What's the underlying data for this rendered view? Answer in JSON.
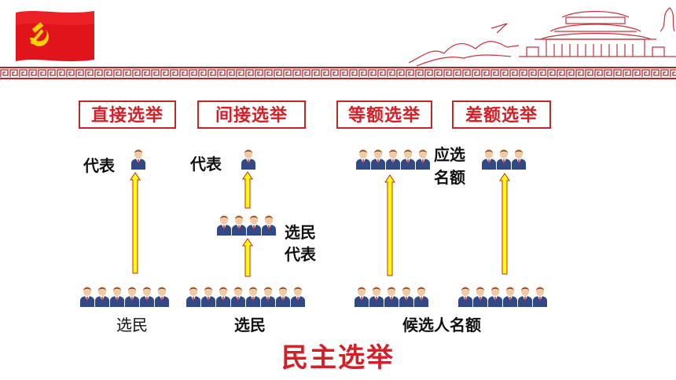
{
  "categories": [
    {
      "label": "直接选举"
    },
    {
      "label": "间接选举"
    },
    {
      "label": "等额选举"
    },
    {
      "label": "差额选举"
    }
  ],
  "labels": {
    "direct_top": "代表",
    "indirect_top": "代表",
    "indirect_mid_line1": "选民",
    "indirect_mid_line2": "代表",
    "quota_line1": "应选",
    "quota_line2": "名额",
    "voters_direct": "选民",
    "voters_indirect": "选民",
    "candidates": "候选人名额"
  },
  "title": "民主选举",
  "colors": {
    "accent_red": "#d41f26",
    "arrow_fill": "#ffff00",
    "arrow_stroke": "#c0272d",
    "suit": "#2f4a86",
    "face": "#f2c9a0",
    "hair": "#7a3b1c"
  },
  "icons": {
    "flag": "party-flag-icon",
    "building": "tiananmen-skyline-icon",
    "person": "person-icon"
  }
}
